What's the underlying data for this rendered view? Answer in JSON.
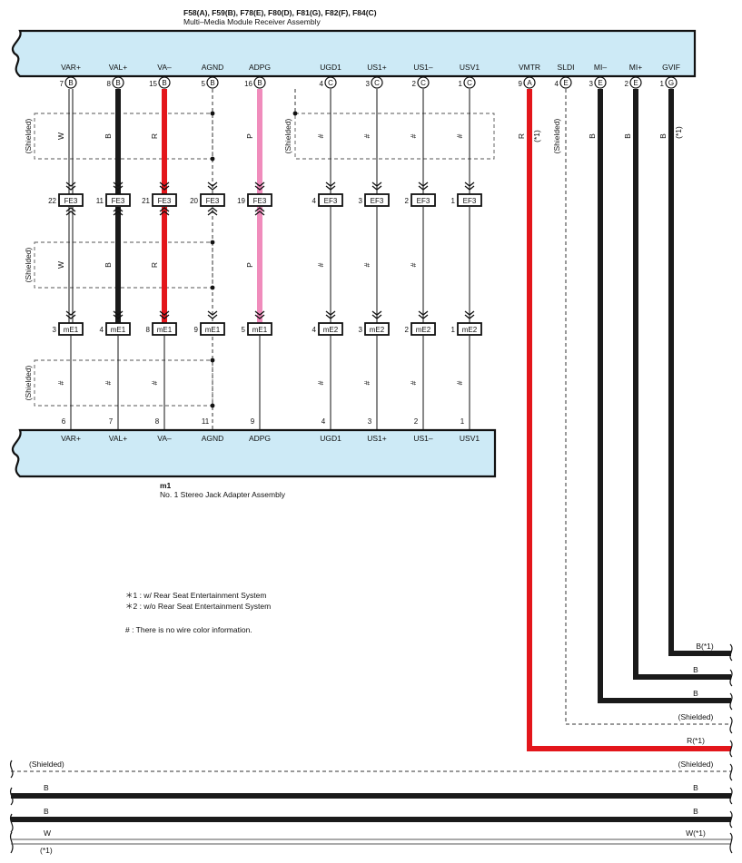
{
  "header": {
    "connectors": "F58(A), F59(B), F78(E), F80(D), F81(G), F82(F), F84(C)",
    "assembly": "Multi–Media Module Receiver Assembly"
  },
  "bottom_unit": {
    "code": "m1",
    "name": "No.  1 Stereo  Jack Adapter Assembly"
  },
  "top_pins": [
    {
      "label": "VAR+",
      "num": "7",
      "conn": "B"
    },
    {
      "label": "VAL+",
      "num": "8",
      "conn": "B"
    },
    {
      "label": "VA–",
      "num": "15",
      "conn": "B"
    },
    {
      "label": "AGND",
      "num": "5",
      "conn": "B"
    },
    {
      "label": "ADPG",
      "num": "16",
      "conn": "B"
    },
    {
      "label": "UGD1",
      "num": "4",
      "conn": "C"
    },
    {
      "label": "US1+",
      "num": "3",
      "conn": "C"
    },
    {
      "label": "US1–",
      "num": "2",
      "conn": "C"
    },
    {
      "label": "USV1",
      "num": "1",
      "conn": "C"
    },
    {
      "label": "VMTR",
      "num": "9",
      "conn": "A"
    },
    {
      "label": "SLDI",
      "num": "4",
      "conn": "E"
    },
    {
      "label": "MI–",
      "num": "3",
      "conn": "E"
    },
    {
      "label": "MI+",
      "num": "2",
      "conn": "E"
    },
    {
      "label": "GVIF",
      "num": "1",
      "conn": "G"
    }
  ],
  "inline1": [
    {
      "num": "22",
      "name": "FE3"
    },
    {
      "num": "11",
      "name": "FE3"
    },
    {
      "num": "21",
      "name": "FE3"
    },
    {
      "num": "20",
      "name": "FE3"
    },
    {
      "num": "19",
      "name": "FE3"
    },
    {
      "num": "4",
      "name": "EF3"
    },
    {
      "num": "3",
      "name": "EF3"
    },
    {
      "num": "2",
      "name": "EF3"
    },
    {
      "num": "1",
      "name": "EF3"
    }
  ],
  "inline2": [
    {
      "num": "3",
      "name": "mE1"
    },
    {
      "num": "4",
      "name": "mE1"
    },
    {
      "num": "8",
      "name": "mE1"
    },
    {
      "num": "9",
      "name": "mE1"
    },
    {
      "num": "5",
      "name": "mE1"
    },
    {
      "num": "4",
      "name": "mE2"
    },
    {
      "num": "3",
      "name": "mE2"
    },
    {
      "num": "2",
      "name": "mE2"
    },
    {
      "num": "1",
      "name": "mE2"
    }
  ],
  "bottom_pins": [
    {
      "label": "VAR+",
      "num": "6"
    },
    {
      "label": "VAL+",
      "num": "7"
    },
    {
      "label": "VA–",
      "num": "8"
    },
    {
      "label": "AGND",
      "num": "11"
    },
    {
      "label": "ADPG",
      "num": "9"
    },
    {
      "label": "UGD1",
      "num": "4"
    },
    {
      "label": "US1+",
      "num": "3"
    },
    {
      "label": "US1–",
      "num": "2"
    },
    {
      "label": "USV1",
      "num": "1"
    }
  ],
  "wire_colors_seg1": [
    "W",
    "B",
    "R",
    "",
    "P",
    "#",
    "#",
    "#",
    "#"
  ],
  "wire_colors_seg2": [
    "W",
    "B",
    "R",
    "",
    "P",
    "#",
    "#",
    "#",
    ""
  ],
  "wire_colors_seg3": [
    "#",
    "#",
    "#",
    "",
    "",
    "#",
    "#",
    "#",
    "#"
  ],
  "right_wire_labels": {
    "vmtr": "R",
    "vmtr_note": "(*1)",
    "sldi": "(Shielded)",
    "mi_minus": "B",
    "mi_plus": "B",
    "gvif": "B",
    "gvif_note": "(*1)"
  },
  "shielded_label": "(Shielded)",
  "legend": {
    "note1": "＊1 : w/ Rear Seat Entertainment System",
    "note2": "＊2 : w/o Rear Seat Entertainment System",
    "hash": "# : There is no wire color information."
  },
  "right_outputs": [
    {
      "label": "B(*1)"
    },
    {
      "label": "B"
    },
    {
      "label": "B"
    },
    {
      "label": "(Shielded)"
    },
    {
      "label": "R(*1)"
    }
  ],
  "bottom_bundle": {
    "left_labels": [
      "(Shielded)",
      "B",
      "B",
      "W",
      "(*1)"
    ],
    "right_labels": [
      "(Shielded)",
      "B",
      "B",
      "W(*1)"
    ]
  },
  "colors": {
    "panel": "#cdeaf6",
    "black_wire": "#1a1a1a",
    "red_wire": "#e3161b",
    "pink_wire": "#f08cbc"
  }
}
